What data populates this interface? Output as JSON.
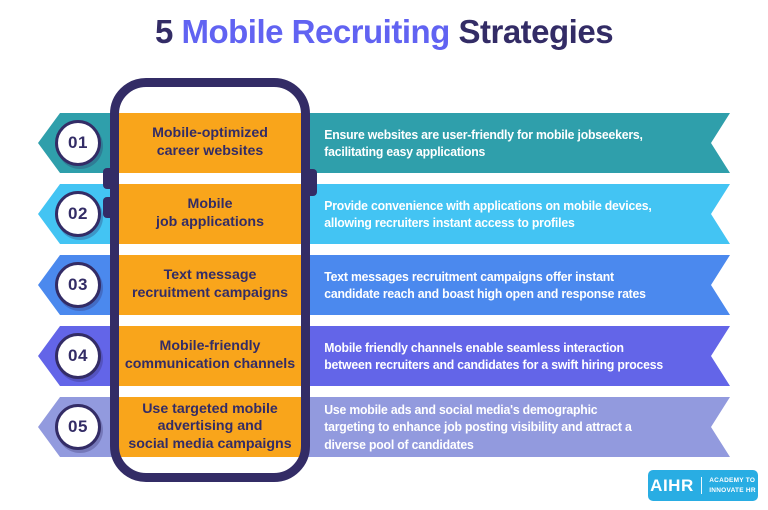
{
  "title": {
    "number": "5",
    "highlight": "Mobile Recruiting",
    "rest": "Strategies"
  },
  "colors": {
    "background": "#ffffff",
    "navy": "#332c66",
    "title_highlight": "#6163f2",
    "orange": "#f9a51b",
    "logo_blue": "#29ade3",
    "description_text": "#ffffff"
  },
  "rows": [
    {
      "number": "01",
      "color": "#2f9fab",
      "label": "Mobile-optimized\ncareer websites",
      "desc": "Ensure websites are user-friendly for mobile jobseekers,\nfacilitating easy applications"
    },
    {
      "number": "02",
      "color": "#43c4f3",
      "label": "Mobile\njob applications",
      "desc": "Provide convenience with applications on mobile devices,\nallowing recruiters instant access to profiles"
    },
    {
      "number": "03",
      "color": "#4b89ee",
      "label": "Text message\nrecruitment campaigns",
      "desc": "Text messages recruitment campaigns offer instant\ncandidate reach and boast high open and response rates"
    },
    {
      "number": "04",
      "color": "#6365e8",
      "label": "Mobile-friendly\ncommunication channels",
      "desc": "Mobile friendly channels enable seamless interaction\nbetween recruiters and candidates for a swift hiring process"
    },
    {
      "number": "05",
      "color": "#929ade",
      "label": "Use targeted mobile\nadvertising and\nsocial media campaigns",
      "desc": "Use mobile ads and social media's demographic\ntargeting to enhance job posting visibility and attract a\ndiverse pool of candidates"
    }
  ],
  "logo": {
    "brand": "AIHR",
    "tagline": "ACADEMY TO\nINNOVATE HR"
  }
}
